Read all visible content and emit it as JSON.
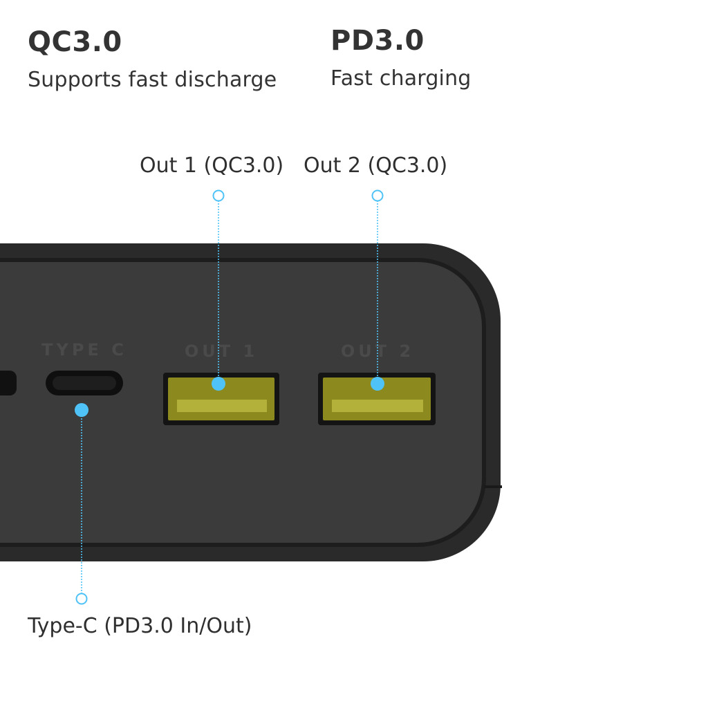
{
  "features": [
    {
      "title": "QC3.0",
      "description": "Supports fast discharge"
    },
    {
      "title": "PD3.0",
      "description": "Fast charging"
    }
  ],
  "callouts": {
    "out1": "Out 1 (QC3.0)",
    "out2": "Out 2 (QC3.0)",
    "typec": "Type-C (PD3.0 In/Out)"
  },
  "engraved": {
    "typec": "TYPE C",
    "out1": "OUT 1",
    "out2": "OUT 2"
  },
  "colors": {
    "body": "#3b3b3b",
    "usb_insert": "#8c8a1e",
    "callout": "#4fc3f7",
    "text": "#333333"
  }
}
